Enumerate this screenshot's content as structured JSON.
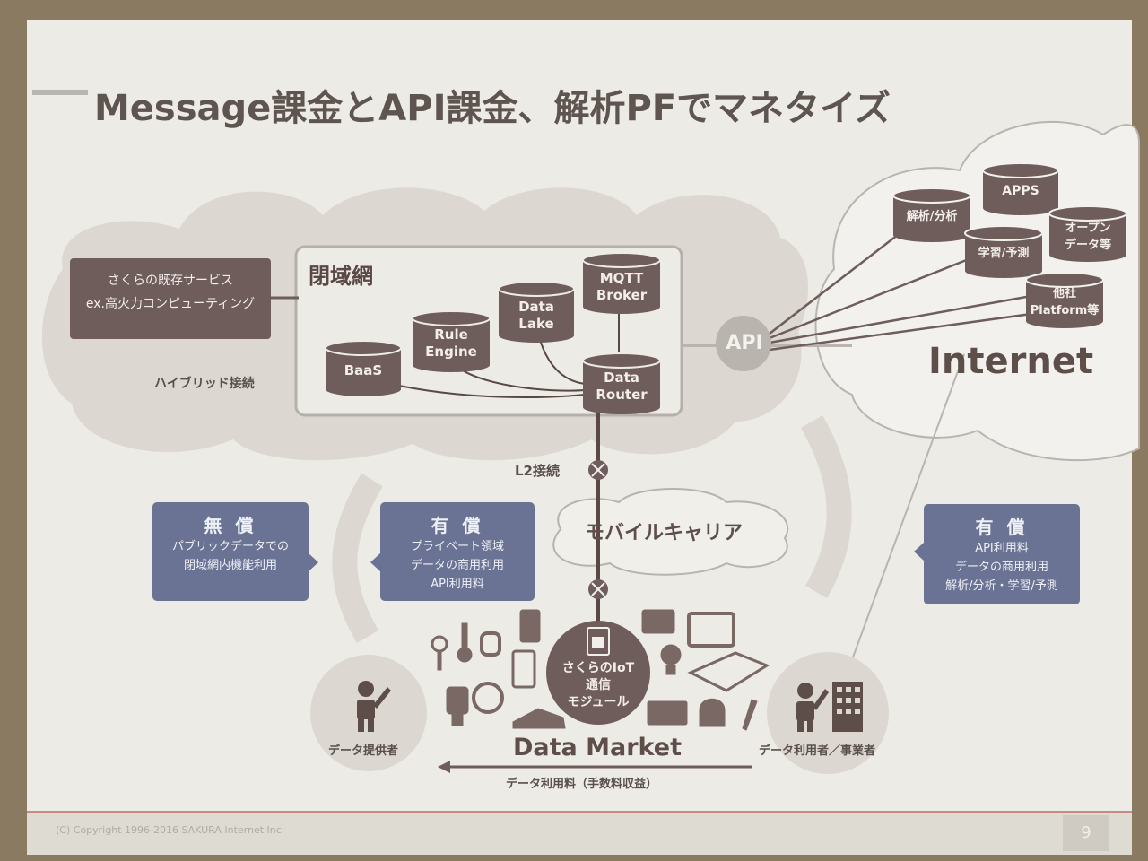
{
  "title": "Message課金とAPI課金、解析PFでマネタイズ",
  "closed_network": {
    "label": "閉域網",
    "nodes": {
      "baas": "BaaS",
      "rule_engine": [
        "Rule",
        "Engine"
      ],
      "data_lake": [
        "Data",
        "Lake"
      ],
      "mqtt_broker": [
        "MQTT",
        "Broker"
      ],
      "data_router": [
        "Data",
        "Router"
      ]
    }
  },
  "existing_services": {
    "line1": "さくらの既存サービス",
    "line2": "ex.高火力コンピューティング"
  },
  "hybrid_label": "ハイブリッド接続",
  "api_label": "API",
  "internet": {
    "label": "Internet",
    "nodes": {
      "analysis": "解析/分析",
      "apps": "APPS",
      "open_data": [
        "オープン",
        "データ等"
      ],
      "learning": "学習/予測",
      "other": [
        "他社",
        "Platform等"
      ]
    }
  },
  "l2_label": "L2接続",
  "mobile_carrier": "モバイルキャリア",
  "free_box": {
    "heading": "無 償",
    "lines": [
      "パブリックデータでの",
      "閉域網内機能利用"
    ]
  },
  "paid_box_left": {
    "heading": "有 償",
    "lines": [
      "プライベート領域",
      "データの商用利用",
      "API利用料"
    ]
  },
  "paid_box_right": {
    "heading": "有 償",
    "lines": [
      "API利用料",
      "データの商用利用",
      "解析/分析・学習/予測"
    ]
  },
  "iot_module": [
    "さくらのIoT",
    "通信",
    "モジュール"
  ],
  "data_market": "Data Market",
  "provider_label": "データ提供者",
  "consumer_label": "データ利用者／事業者",
  "fee_label": "データ利用料（手数料収益）",
  "footer": {
    "copyright": "(C) Copyright 1996-2016 SAKURA Internet Inc.",
    "page": "9"
  },
  "colors": {
    "brown": "#6e5d5b",
    "blue": "#6a7393",
    "cloud": "#d8d4ce",
    "background": "#ecebe6"
  }
}
